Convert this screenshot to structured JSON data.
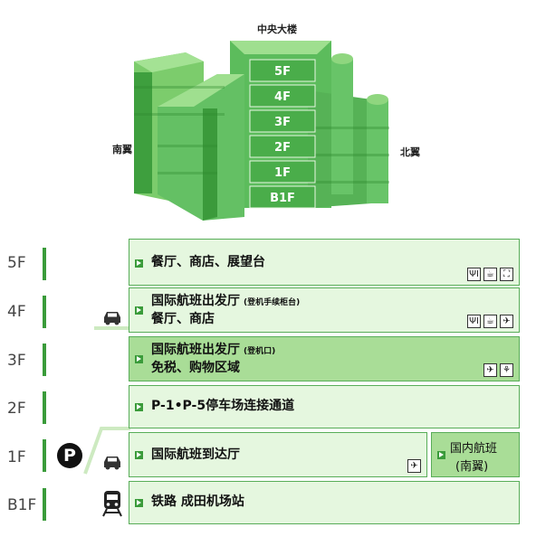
{
  "building": {
    "top_label": "中央大楼",
    "left_label": "南翼",
    "right_label": "北翼",
    "floors": [
      "5F",
      "4F",
      "3F",
      "2F",
      "1F",
      "B1F"
    ]
  },
  "colors": {
    "green": "#3a9b3a",
    "light": "#e5f7df",
    "mid": "#a9dd97"
  },
  "floors": [
    {
      "label": "5F",
      "line1": "餐厅、商店、展望台",
      "line2": "",
      "note": "",
      "icons": [
        "restaurant-icon",
        "cafe-icon",
        "observation-deck-icon"
      ]
    },
    {
      "label": "4F",
      "line1": "国际航班出发厅",
      "note": "(登机手续柜台)",
      "line2": "餐厅、商店",
      "icons": [
        "restaurant-icon",
        "cafe-icon",
        "departure-icon"
      ]
    },
    {
      "label": "3F",
      "line1": "国际航班出发厅",
      "note": "(登机口)",
      "line2": "免税、购物区域",
      "icons": [
        "departure-icon",
        "shopping-icon"
      ]
    },
    {
      "label": "2F",
      "line1": "P-1•P-5停车场连接通道",
      "line2": "",
      "note": "",
      "icons": []
    },
    {
      "label": "1F",
      "line1": "国际航班到达厅",
      "line2": "",
      "note": "",
      "icons": [
        "arrival-icon"
      ],
      "domestic_line1": "国内航班",
      "domestic_line2": "(南翼)"
    },
    {
      "label": "B1F",
      "line1": "铁路 成田机场站",
      "line2": "",
      "note": "",
      "icons": []
    }
  ],
  "access": {
    "parking": "P",
    "car_icon": "car-icon",
    "train_icon": "train-icon"
  }
}
